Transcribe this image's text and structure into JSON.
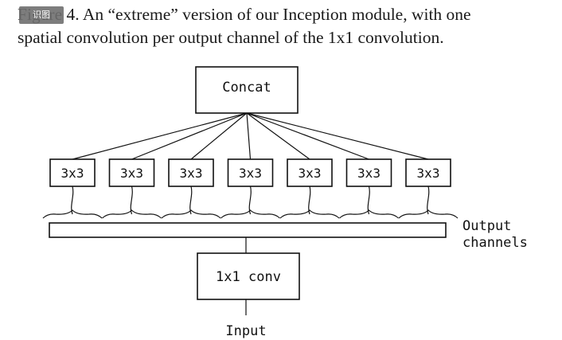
{
  "caption": {
    "line1": "Figure 4. An “extreme” version of our Inception module, with one",
    "line2": "spatial convolution per output channel of the 1x1 convolution."
  },
  "overlay_badge": "识图",
  "diagram": {
    "concat_label": "Concat",
    "spatial_convs": [
      "3x3",
      "3x3",
      "3x3",
      "3x3",
      "3x3",
      "3x3",
      "3x3"
    ],
    "output_channels_label_1": "Output",
    "output_channels_label_2": "channels",
    "pointwise_label": "1x1 conv",
    "input_label": "Input"
  }
}
